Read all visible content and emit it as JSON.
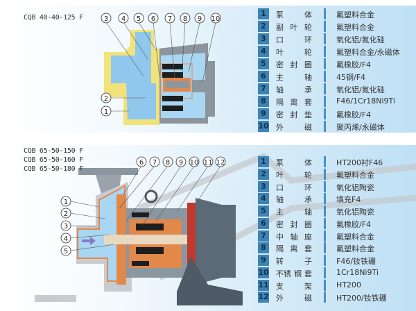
{
  "top": {
    "model": "CQB 40-40-125 F",
    "callouts_top": [
      "3",
      "4",
      "5",
      "6",
      "7",
      "8",
      "9",
      "10"
    ],
    "callouts_left": [
      "2",
      "1"
    ],
    "parts": [
      {
        "no": "1",
        "name": [
          "泵",
          "",
          "体"
        ],
        "material": "氟塑料合金"
      },
      {
        "no": "2",
        "name": [
          "副",
          "叶",
          "轮"
        ],
        "material": "氟塑料合金"
      },
      {
        "no": "3",
        "name": [
          "口",
          "",
          "环"
        ],
        "material": "氧化铝/氮化硅"
      },
      {
        "no": "4",
        "name": [
          "叶",
          "",
          "轮"
        ],
        "material": "氟塑料合金/永磁体"
      },
      {
        "no": "5",
        "name": [
          "密",
          "封",
          "圈"
        ],
        "material": "氟橡胶/F4"
      },
      {
        "no": "6",
        "name": [
          "主",
          "",
          "轴"
        ],
        "material": "45钢/F4"
      },
      {
        "no": "7",
        "name": [
          "轴",
          "",
          "承"
        ],
        "material": "氧化铝/氮化硅"
      },
      {
        "no": "8",
        "name": [
          "隔",
          "离",
          "套"
        ],
        "material": "F46/1Cr18Ni9Ti"
      },
      {
        "no": "9",
        "name": [
          "密",
          "封",
          "垫"
        ],
        "material": "氟橡胶/F4"
      },
      {
        "no": "10",
        "name": [
          "外",
          "",
          "磁"
        ],
        "material": "聚丙烯/永磁体"
      }
    ]
  },
  "bottom": {
    "models": [
      "CQB 65-50-150 F",
      "CQB 65-50-160 F",
      "CQB 65-50-180 F"
    ],
    "callouts_top": [
      "6",
      "7",
      "8",
      "9",
      "10",
      "11",
      "12"
    ],
    "callouts_left": [
      "1",
      "2",
      "3",
      "4",
      "5"
    ],
    "parts": [
      {
        "no": "1",
        "name": [
          "泵",
          "",
          "体"
        ],
        "material": "HT200衬F46"
      },
      {
        "no": "2",
        "name": [
          "叶",
          "",
          "轮"
        ],
        "material": "氟塑料合金"
      },
      {
        "no": "3",
        "name": [
          "口",
          "",
          "环"
        ],
        "material": "氧化铝陶瓷"
      },
      {
        "no": "4",
        "name": [
          "轴",
          "",
          "承"
        ],
        "material": "填充F4"
      },
      {
        "no": "5",
        "name": [
          "主",
          "",
          "轴"
        ],
        "material": "氧化铝陶瓷"
      },
      {
        "no": "6",
        "name": [
          "密",
          "封",
          "圈"
        ],
        "material": "氟橡胶/F4"
      },
      {
        "no": "7",
        "name": [
          "中",
          "轴",
          "座"
        ],
        "material": "氟塑料合金"
      },
      {
        "no": "8",
        "name": [
          "隔",
          "离",
          "套"
        ],
        "material": "氟塑料合金"
      },
      {
        "no": "9",
        "name": [
          "转",
          "",
          "子"
        ],
        "material": "F46/钕铁硼"
      },
      {
        "no": "10",
        "name": [
          "不锈",
          "钢",
          "套"
        ],
        "material": "1Cr18Ni9Ti"
      },
      {
        "no": "11",
        "name": [
          "支",
          "",
          "架"
        ],
        "material": "HT200"
      },
      {
        "no": "12",
        "name": [
          "外",
          "",
          "磁"
        ],
        "material": "HT200/钕铁硼"
      }
    ]
  },
  "colors": {
    "badge": "#3d83b5",
    "fluid": "#8fc8ec",
    "casing": "#f2e27a",
    "lining": "#e2884a",
    "steel": "#8a96a0",
    "magnet": "#1e1e1e"
  }
}
